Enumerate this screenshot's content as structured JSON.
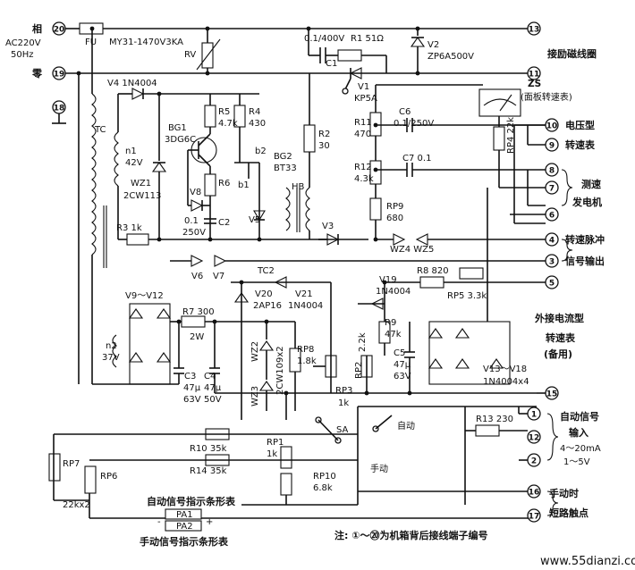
{
  "supply": {
    "phase": "相",
    "neutral": "零",
    "ac": "AC220V",
    "freq": "50Hz",
    "fuse": "FU",
    "varistor_type": "MY31-1470V3KA",
    "varistor": "RV"
  },
  "terminals": {
    "t20": "20",
    "t19": "19",
    "t18": "18",
    "t13": "13",
    "t11": "11",
    "t10": "10",
    "t9": "9",
    "t8": "8",
    "t7": "7",
    "t6": "6",
    "t4": "4",
    "t3": "3",
    "t5": "5",
    "t15": "15",
    "t1": "1",
    "t12": "12",
    "t2": "2",
    "t16": "16",
    "t17": "17"
  },
  "labels": {
    "coil": "接励磁线圈",
    "zs_title": "ZS",
    "zs_sub": "(面板转速表)",
    "voltage_type": "电压型",
    "tachometer": "转速表",
    "tacho_gen1": "测速",
    "tacho_gen2": "发电机",
    "pulse1": "转速脉冲",
    "pulse2": "信号输出",
    "ext1": "外接电流型",
    "ext2": "转速表",
    "ext3": "(备用)",
    "auto_in1": "自动信号",
    "auto_in2": "输入",
    "auto_in3": "4～20mA",
    "auto_in4": "1～5V",
    "manual1": "手动时",
    "manual2": "短路触点",
    "auto_bar": "自动信号指示条形表",
    "manual_bar": "手动信号指示条形表",
    "note": "注: ①～⑳为机箱背后接线端子编号",
    "auto_sw": "自动",
    "manual_sw": "手动",
    "watermark": "www.55dianzi.com"
  },
  "components": {
    "c1_val": "0.1/400V",
    "c1": "C1",
    "r1": "R1 51Ω",
    "v2": "V2",
    "v2_type": "ZP6A500V",
    "v4": "V4 1N4004",
    "tc": "TC",
    "n1": "n1",
    "n1_v": "42V",
    "wz1": "WZ1",
    "wz1_type": "2CW113",
    "r3": "R3 1k",
    "bg1": "BG1",
    "bg1_type": "3DG6C",
    "r5": "R5",
    "r5_v": "4.7k",
    "r4": "R4",
    "r4_v": "430",
    "b2": "b2",
    "b1": "b1",
    "bg2": "BG2",
    "bg2_type": "BT33",
    "v8": "V8",
    "r6": "R6",
    "c2_a": "0.1",
    "c2_b": "250V",
    "c2": "C2",
    "v5": "V5",
    "hb": "HB",
    "v3": "V3",
    "r2": "R2",
    "r2_v": "30",
    "v1": "V1",
    "v1_type": "KP5A",
    "r11": "R11",
    "r11_v": "470",
    "c6": "C6",
    "c6_v": "0.1/250V",
    "r12": "R12",
    "r12_v": "4.3k",
    "c7": "C7 0.1",
    "rp9": "RP9",
    "rp9_v": "680",
    "rp4": "RP4 22k",
    "wz": "WZ4 WZ5",
    "v6": "V6",
    "v7": "V7",
    "tc2": "TC2",
    "v9_12": "V9～V12",
    "v20": "V20",
    "v20_type": "2AP16",
    "v21": "V21",
    "v21_type": "1N4004",
    "r7": "R7 300",
    "r7_w": "2W",
    "n2": "n2",
    "n2_v": "37V",
    "c3": "C3",
    "c3_a": "47μ",
    "c3_b": "63V",
    "c4": "C4",
    "c4_a": "47μ",
    "c4_b": "50V",
    "wz2": "WZ2",
    "wz3": "WZ3",
    "wz23_type": "2CW109x2",
    "rp8": "RP8",
    "rp8_v": "1.8k",
    "rp3": "RP3",
    "rp3_v": "1k",
    "v19": "V19",
    "v19_type": "1N4004",
    "r8": "R8 820",
    "rp5": "RP5 3.3k",
    "r9": "R9",
    "r9_v": "47k",
    "rp2": "RP2",
    "rp2_v": "2.2k",
    "c5": "C5",
    "c5_a": "47μ",
    "c5_b": "63V",
    "v13_18": "V13～V18",
    "v13_type": "1N4004x4",
    "r10": "R10 35k",
    "r14": "R14 35k",
    "rp7": "RP7",
    "rp6": "RP6",
    "rp67": "22kx2",
    "rp1": "RP1",
    "rp1_v": "1k",
    "rp10": "RP10",
    "rp10_v": "6.8k",
    "sa": "SA",
    "r13": "R13 230",
    "pa1": "PA1",
    "pa2": "PA2",
    "minus": "-",
    "plus": "+"
  }
}
